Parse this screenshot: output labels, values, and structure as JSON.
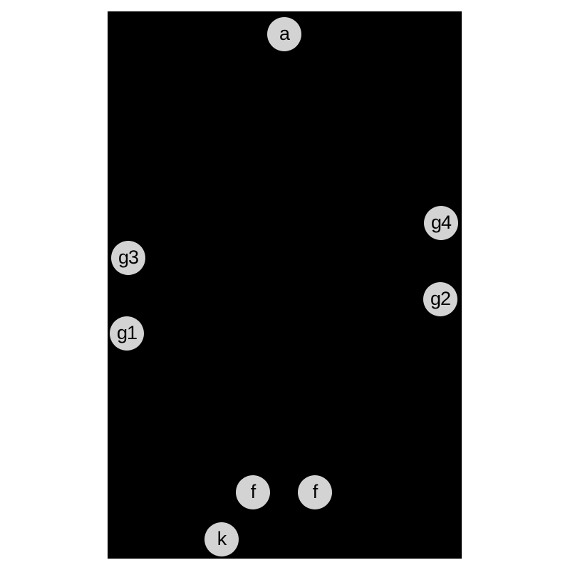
{
  "diagram": {
    "background_color": "#000000",
    "node_color": "#d3d3d3",
    "nodes": [
      {
        "id": "a",
        "label": "a"
      },
      {
        "id": "g4",
        "label": "g4"
      },
      {
        "id": "g3",
        "label": "g3"
      },
      {
        "id": "g2",
        "label": "g2"
      },
      {
        "id": "g1",
        "label": "g1"
      },
      {
        "id": "f_left",
        "label": "f"
      },
      {
        "id": "f_right",
        "label": "f"
      },
      {
        "id": "k",
        "label": "k"
      }
    ]
  }
}
